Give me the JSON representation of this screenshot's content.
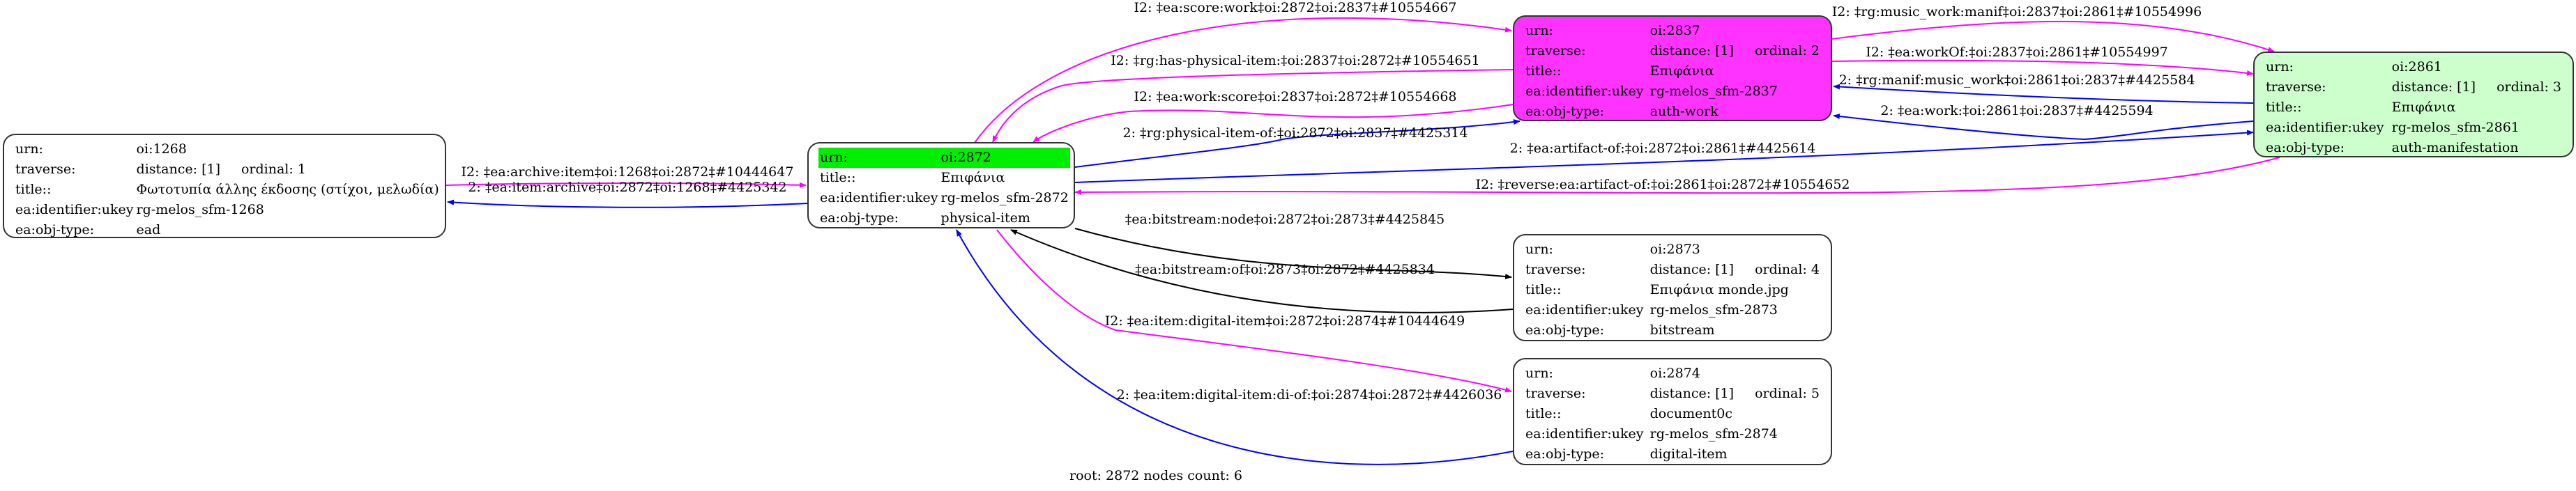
{
  "colors": {
    "inverse_edge": "#ff00ff",
    "forward_edge": "#0000ff",
    "bitstream_edge": "#000000",
    "root_highlight": "#00ee00",
    "work_fill": "#ff33ff",
    "manifestation_fill": "#ccffcc",
    "default_fill": "#ffffff"
  },
  "field_labels": {
    "urn": "urn:",
    "traverse": "traverse:",
    "title": "title::",
    "ukey": "ea:identifier:ukey",
    "objtype": "ea:obj-type:"
  },
  "nodes": [
    {
      "id": "n1268",
      "urn": "oi:1268",
      "distance": "distance: [1]",
      "ordinal": "ordinal: 1",
      "title": "Φωτοτυπία άλλης έκδοσης (στίχοι, μελωδία)",
      "ukey": "rg-melos_sfm-1268",
      "objtype": "ead",
      "fill": "#ffffff"
    },
    {
      "id": "n2872",
      "urn": "oi:2872",
      "root": true,
      "title": "Επιφάνια",
      "ukey": "rg-melos_sfm-2872",
      "objtype": "physical-item",
      "fill": "#ffffff"
    },
    {
      "id": "n2837",
      "urn": "oi:2837",
      "distance": "distance: [1]",
      "ordinal": "ordinal: 2",
      "title": "Επιφάνια",
      "ukey": "rg-melos_sfm-2837",
      "objtype": "auth-work",
      "fill": "#ff33ff"
    },
    {
      "id": "n2861",
      "urn": "oi:2861",
      "distance": "distance: [1]",
      "ordinal": "ordinal: 3",
      "title": "Επιφάνια",
      "ukey": "rg-melos_sfm-2861",
      "objtype": "auth-manifestation",
      "fill": "#ccffcc"
    },
    {
      "id": "n2873",
      "urn": "oi:2873",
      "distance": "distance: [1]",
      "ordinal": "ordinal: 4",
      "title": "Επιφάνια monde.jpg",
      "ukey": "rg-melos_sfm-2873",
      "objtype": "bitstream",
      "fill": "#ffffff"
    },
    {
      "id": "n2874",
      "urn": "oi:2874",
      "distance": "distance: [1]",
      "ordinal": "ordinal: 5",
      "title": "document0c",
      "ukey": "rg-melos_sfm-2874",
      "objtype": "digital-item",
      "fill": "#ffffff"
    }
  ],
  "edges": [
    {
      "label": "I2: ‡ea:archive:item‡oi:1268‡oi:2872‡#10444647",
      "from": "oi:1268",
      "to": "oi:2872",
      "kind": "inverse"
    },
    {
      "label": "2: ‡ea:item:archive‡oi:2872‡oi:1268‡#4425342",
      "from": "oi:2872",
      "to": "oi:1268",
      "kind": "forward"
    },
    {
      "label": "I2: ‡ea:score:work‡oi:2872‡oi:2837‡#10554667",
      "from": "oi:2872",
      "to": "oi:2837",
      "kind": "inverse"
    },
    {
      "label": "I2: ‡rg:has-physical-item:‡oi:2837‡oi:2872‡#10554651",
      "from": "oi:2837",
      "to": "oi:2872",
      "kind": "inverse"
    },
    {
      "label": "I2: ‡ea:work:score‡oi:2837‡oi:2872‡#10554668",
      "from": "oi:2837",
      "to": "oi:2872",
      "kind": "inverse"
    },
    {
      "label": "2: ‡rg:physical-item-of:‡oi:2872‡oi:2837‡#4425314",
      "from": "oi:2872",
      "to": "oi:2837",
      "kind": "forward"
    },
    {
      "label": "I2: ‡rg:music_work:manif‡oi:2837‡oi:2861‡#10554996",
      "from": "oi:2837",
      "to": "oi:2861",
      "kind": "inverse"
    },
    {
      "label": "I2: ‡ea:workOf:‡oi:2837‡oi:2861‡#10554997",
      "from": "oi:2837",
      "to": "oi:2861",
      "kind": "inverse"
    },
    {
      "label": "2: ‡rg:manif:music_work‡oi:2861‡oi:2837‡#4425584",
      "from": "oi:2861",
      "to": "oi:2837",
      "kind": "forward"
    },
    {
      "label": "2: ‡ea:work:‡oi:2861‡oi:2837‡#4425594",
      "from": "oi:2861",
      "to": "oi:2837",
      "kind": "forward"
    },
    {
      "label": "2: ‡ea:artifact-of:‡oi:2872‡oi:2861‡#4425614",
      "from": "oi:2872",
      "to": "oi:2861",
      "kind": "forward"
    },
    {
      "label": "I2: ‡reverse:ea:artifact-of:‡oi:2861‡oi:2872‡#10554652",
      "from": "oi:2861",
      "to": "oi:2872",
      "kind": "inverse"
    },
    {
      "label": "‡ea:bitstream:node‡oi:2872‡oi:2873‡#4425845",
      "from": "oi:2872",
      "to": "oi:2873",
      "kind": "bitstream"
    },
    {
      "label": "‡ea:bitstream:of‡oi:2873‡oi:2872‡#4425834",
      "from": "oi:2873",
      "to": "oi:2872",
      "kind": "bitstream"
    },
    {
      "label": "I2: ‡ea:item:digital-item‡oi:2872‡oi:2874‡#10444649",
      "from": "oi:2872",
      "to": "oi:2874",
      "kind": "inverse"
    },
    {
      "label": "2: ‡ea:item:digital-item:di-of:‡oi:2874‡oi:2872‡#4426036",
      "from": "oi:2874",
      "to": "oi:2872",
      "kind": "forward"
    }
  ],
  "footer": "root: 2872 nodes count: 6"
}
